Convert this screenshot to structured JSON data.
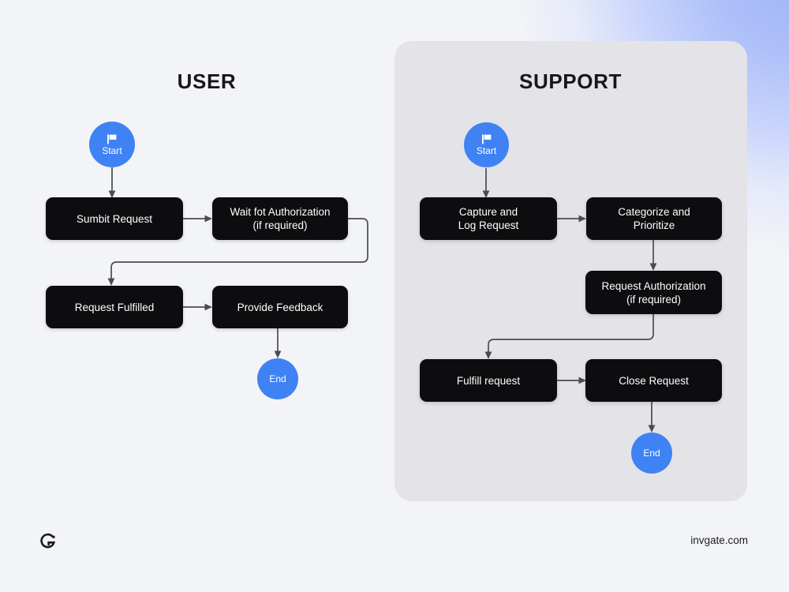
{
  "theme": {
    "page_background": "#f3f4f7",
    "gradient_accent": "#aec0f9",
    "lane_panel_background": "#e3e3e8",
    "node_fill": "#0d0d10",
    "node_text": "#ffffff",
    "terminator_fill": "#3f82f4",
    "connector_stroke": "#4b4b52",
    "heading_color": "#17171b"
  },
  "lanes": [
    {
      "id": "user",
      "title": "USER"
    },
    {
      "id": "support",
      "title": "SUPPORT"
    }
  ],
  "user_lane": {
    "start": {
      "label": "Start",
      "icon": "flag-icon"
    },
    "end": {
      "label": "End"
    },
    "steps": [
      {
        "id": "submit-request",
        "line1": "Sumbit Request",
        "line2": ""
      },
      {
        "id": "wait-authorization",
        "line1": "Wait fot Authorization",
        "line2": "(if required)"
      },
      {
        "id": "request-fulfilled",
        "line1": "Request Fulfilled",
        "line2": ""
      },
      {
        "id": "provide-feedback",
        "line1": "Provide Feedback",
        "line2": ""
      }
    ]
  },
  "support_lane": {
    "start": {
      "label": "Start",
      "icon": "flag-icon"
    },
    "end": {
      "label": "End"
    },
    "steps": [
      {
        "id": "capture-log-request",
        "line1": "Capture and",
        "line2": "Log Request"
      },
      {
        "id": "categorize-prioritize",
        "line1": "Categorize and",
        "line2": "Prioritize"
      },
      {
        "id": "request-authorization",
        "line1": "Request Authorization",
        "line2": "(if required)"
      },
      {
        "id": "fulfill-request",
        "line1": "Fulfill request",
        "line2": ""
      },
      {
        "id": "close-request",
        "line1": "Close Request",
        "line2": ""
      }
    ]
  },
  "footer": {
    "logo": "invgate-logo-icon",
    "url": "invgate.com"
  }
}
